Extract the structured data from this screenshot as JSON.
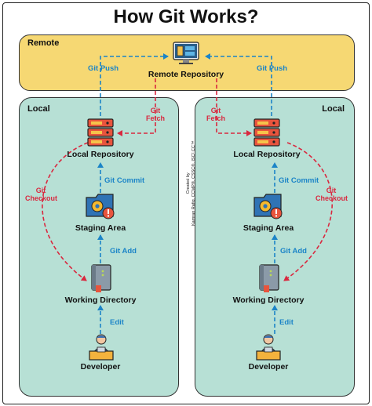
{
  "title": "How Git Works?",
  "remote": {
    "label": "Remote",
    "repository_label": "Remote Repository"
  },
  "left_local": {
    "label": "Local",
    "nodes": {
      "local_repo": "Local Repository",
      "staging": "Staging Area",
      "working": "Working Directory",
      "developer": "Developer"
    },
    "actions": {
      "push": "Git Push",
      "fetch": [
        "Git",
        "Fetch"
      ],
      "commit": "Git Commit",
      "checkout": [
        "Git",
        "Checkout"
      ],
      "add": "Git Add",
      "edit": "Edit"
    }
  },
  "right_local": {
    "label": "Local",
    "nodes": {
      "local_repo": "Local Repository",
      "staging": "Staging Area",
      "working": "Working Directory",
      "developer": "Developer"
    },
    "actions": {
      "push": "Git Push",
      "fetch": [
        "Git",
        "Fetch"
      ],
      "commit": "Git Commit",
      "checkout": [
        "Git",
        "Checkout"
      ],
      "add": "Git Add",
      "edit": "Edit"
    }
  },
  "credit": {
    "line1": "Created by",
    "line2": "Kamran Rafiq, CCMP®, CSSC®, ISC² CC™"
  },
  "colors": {
    "remote_bg": "#f6d873",
    "local_bg": "#b7e0d5",
    "blue_flow": "#1b84c7",
    "red_flow": "#d9283f"
  },
  "icons": {
    "remote": "remote-repository-icon",
    "local_repo": "server-stack-icon",
    "staging": "folder-gear-warning-icon",
    "working": "book-icon",
    "developer": "developer-at-desk-icon"
  }
}
